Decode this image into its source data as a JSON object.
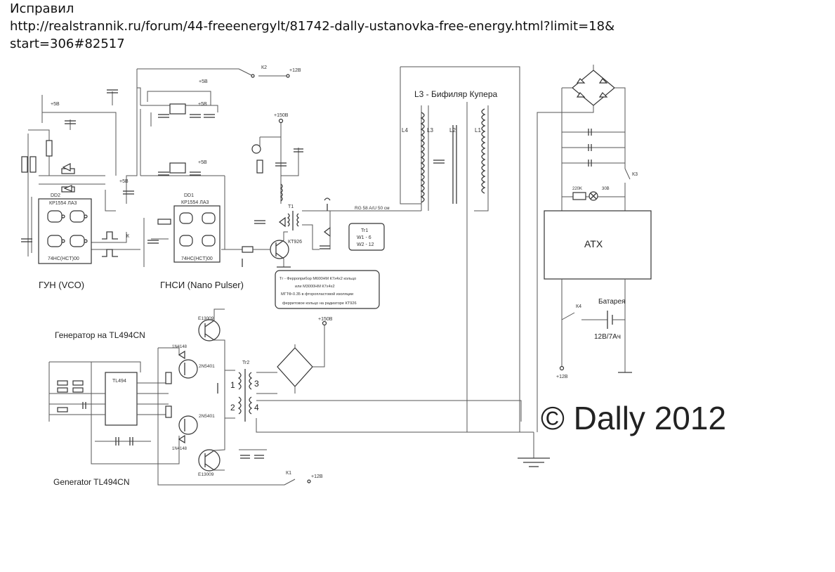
{
  "header": {
    "line1": "Исправил",
    "line2": "http://realstrannik.ru/forum/44-freeenergylt/81742-dally-ustanovka-free-energy.html?limit=18&",
    "line3": "start=306#82517"
  },
  "vco": {
    "title": "ГУН (VCO)",
    "chip_ref": "DD2",
    "chip_type": "КР1554 ЛА3",
    "chip_bottom": "74HC(HCT)00",
    "supply": "+5В"
  },
  "pulser": {
    "title": "ГНСИ (Nano Pulser)",
    "chip_ref": "DD1",
    "chip_type": "КР1554 ЛА3",
    "chip_bottom": "74HC(HCT)00",
    "supply": "+5В"
  },
  "switches": {
    "k2": "К2",
    "k2_supply": "+12В",
    "k1": "К1",
    "k1_supply": "+12В",
    "k3": "К3",
    "k4": "К4",
    "k": "К"
  },
  "supply_150": "+150В",
  "supply_150b": "+150В",
  "coil": {
    "title": "L3 - Бифиляр Купера",
    "l4": "L4",
    "l3": "L3",
    "l2": "L2",
    "l1": "L1",
    "cable": "RG 58 A/U 50 см"
  },
  "tr1": {
    "name": "Tr1",
    "w1": "W1 - 6",
    "w2": "W2 - 12",
    "transistor": "КТ926",
    "ref": "Т1"
  },
  "note": {
    "line1": "Тг - Ферроприбор М600НМ К7х4х2 кольцо",
    "line2": "или М3000НМ  К7х4х2",
    "line3": "МГТФ-0.35 в фторопластовой изоляции",
    "line4": "ферритовое кольцо на радиаторе КТ926"
  },
  "tl494": {
    "title_ru": "Генератор на TL494CN",
    "title_en": "Generator TL494CN",
    "chip": "TL494",
    "q_top": "E13009",
    "q_bottom": "E13009",
    "q_mid1": "2N5401",
    "q_mid2": "2N5401",
    "d1": "1N4148",
    "d2": "1N4148",
    "tr2": "Tr2",
    "pin1": "1",
    "pin2": "2",
    "pin3": "3",
    "pin4": "4"
  },
  "atx": {
    "label": "ATX",
    "battery_label": "Батарея",
    "battery_value": "12В/7Ач",
    "out": "+12В",
    "resistor": "220K",
    "lamp": "30В"
  },
  "copyright": "© Dally 2012"
}
